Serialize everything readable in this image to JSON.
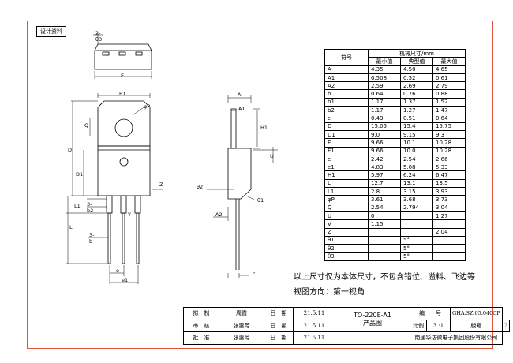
{
  "tag": "设计资料",
  "drawing_labels": {
    "angle_top": "2-θ3",
    "E": "E",
    "E1": "E1",
    "phiP": "φP",
    "Q": "Q",
    "D": "D",
    "D1": "D1",
    "b2": "3-b2",
    "L1": "L1",
    "Y": "Y",
    "L": "L",
    "b": "3-b",
    "e": "e",
    "e1": "e1",
    "A": "A",
    "A1": "A1",
    "H1": "H1",
    "U": "U",
    "theta2": "θ2",
    "theta1": "θ1",
    "A2": "A2",
    "c": "c",
    "Z": "Z"
  },
  "dims_table": {
    "header_group": "机械尺寸/mm",
    "col_symbol": "符号",
    "col_min": "最小值",
    "col_typ": "典型值",
    "col_max": "最大值",
    "rows": [
      {
        "s": "A",
        "min": "4.35",
        "typ": "4.50",
        "max": "4.65"
      },
      {
        "s": "A1",
        "min": "0.508",
        "typ": "0.52",
        "max": "0.61"
      },
      {
        "s": "A2",
        "min": "2.59",
        "typ": "2.69",
        "max": "2.79"
      },
      {
        "s": "b",
        "min": "0.64",
        "typ": "0.76",
        "max": "0.88"
      },
      {
        "s": "b1",
        "min": "1.17",
        "typ": "1.37",
        "max": "1.52"
      },
      {
        "s": "b2",
        "min": "1.17",
        "typ": "1.27",
        "max": "1.47"
      },
      {
        "s": "c",
        "min": "0.49",
        "typ": "0.51",
        "max": "0.64"
      },
      {
        "s": "D",
        "min": "15.05",
        "typ": "15.4",
        "max": "15.75"
      },
      {
        "s": "D1",
        "min": "9.0",
        "typ": "9.15",
        "max": "9.3"
      },
      {
        "s": "E",
        "min": "9.66",
        "typ": "10.1",
        "max": "10.28"
      },
      {
        "s": "E1",
        "min": "9.66",
        "typ": "10.0",
        "max": "10.28"
      },
      {
        "s": "e",
        "min": "2.42",
        "typ": "2.54",
        "max": "2.66"
      },
      {
        "s": "e1",
        "min": "4.83",
        "typ": "5.08",
        "max": "5.33"
      },
      {
        "s": "H1",
        "min": "5.97",
        "typ": "6.24",
        "max": "6.47"
      },
      {
        "s": "L",
        "min": "12.7",
        "typ": "13.1",
        "max": "13.5"
      },
      {
        "s": "L1",
        "min": "2.8",
        "typ": "3.15",
        "max": "3.93"
      },
      {
        "s": "φP",
        "min": "3.61",
        "typ": "3.68",
        "max": "3.73"
      },
      {
        "s": "Q",
        "min": "2.54",
        "typ": "2.794",
        "max": "3.04"
      },
      {
        "s": "U",
        "min": "0",
        "typ": "",
        "max": "1.27"
      },
      {
        "s": "V",
        "min": "1.15",
        "typ": "",
        "max": ""
      },
      {
        "s": "Z",
        "min": "",
        "typ": "",
        "max": "2.04"
      },
      {
        "s": "θ1",
        "min": "",
        "typ": "5°",
        "max": ""
      },
      {
        "s": "θ2",
        "min": "",
        "typ": "5°",
        "max": ""
      },
      {
        "s": "θ3",
        "min": "",
        "typ": "5°",
        "max": ""
      }
    ]
  },
  "notes": {
    "line1": "以上尺寸仅为本体尺寸，不包含错位、溢料、飞边等",
    "line2": "视图方向：第一视角"
  },
  "title_block": {
    "r1": {
      "role": "拟　制",
      "name": "周霞",
      "date_label": "日　期",
      "date": "21.5.11"
    },
    "r2": {
      "role": "审　核",
      "name": "张惠芳",
      "date_label": "日　期",
      "date": "21.5.11"
    },
    "r3": {
      "role": "批　准",
      "name": "张惠芳",
      "date_label": "日　期",
      "date": "21.5.11"
    },
    "drawing_name": "TO-220E-A1",
    "drawing_sub": "产品图",
    "number_label": "编　　号",
    "number": "GHA.SZ.05.040CP",
    "scale_label": "比例",
    "scale": "3 :1",
    "version_label": "版号",
    "version": "2",
    "company": "南通华达微电子集团股份有限公司"
  },
  "colors": {
    "frame": "#e0533a",
    "version": "#d23a2a"
  }
}
